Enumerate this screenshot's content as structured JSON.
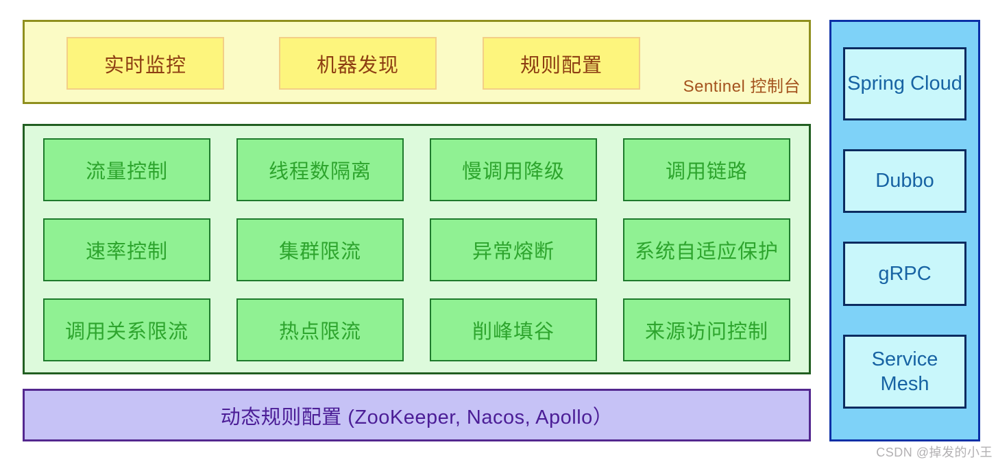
{
  "console_panel": {
    "title": "Sentinel 控制台",
    "buttons": [
      {
        "label": "实时监控"
      },
      {
        "label": "机器发现"
      },
      {
        "label": "规则配置"
      }
    ]
  },
  "features_panel": {
    "items": [
      {
        "label": "流量控制"
      },
      {
        "label": "线程数隔离"
      },
      {
        "label": "慢调用降级"
      },
      {
        "label": "调用链路"
      },
      {
        "label": "速率控制"
      },
      {
        "label": "集群限流"
      },
      {
        "label": "异常熔断"
      },
      {
        "label": "系统自适应保护"
      },
      {
        "label": "调用关系限流"
      },
      {
        "label": "热点限流"
      },
      {
        "label": "削峰填谷"
      },
      {
        "label": "来源访问控制"
      }
    ]
  },
  "dynamic_config_bar": {
    "label": "动态规则配置 (ZooKeeper, Nacos, Apollo）"
  },
  "integrations_panel": {
    "items": [
      {
        "label": "Spring Cloud"
      },
      {
        "label": "Dubbo"
      },
      {
        "label": "gRPC"
      },
      {
        "label": "Service Mesh"
      }
    ]
  },
  "watermark": "CSDN @掉发的小王",
  "colors": {
    "console_bg": "#FBFBC5",
    "console_border": "#8F8F1E",
    "console_button_bg": "#FDF57D",
    "console_button_border": "#F3CF86",
    "console_button_text": "#8D3E12",
    "console_title_text": "#A4531E",
    "features_bg": "#DDFADC",
    "features_border": "#215E21",
    "feature_box_bg": "#90F193",
    "feature_box_border": "#1E7A2C",
    "feature_text": "#2DA42D",
    "config_bar_bg": "#C6C2F6",
    "config_bar_border": "#53278F",
    "config_bar_text": "#4B1D96",
    "integrations_bg": "#7ED2F8",
    "integrations_border": "#0A2FA6",
    "integration_box_bg": "#C9F7FB",
    "integration_box_border": "#0B2B60",
    "integration_text": "#1763A3",
    "watermark_text": "#B2B0B2"
  }
}
